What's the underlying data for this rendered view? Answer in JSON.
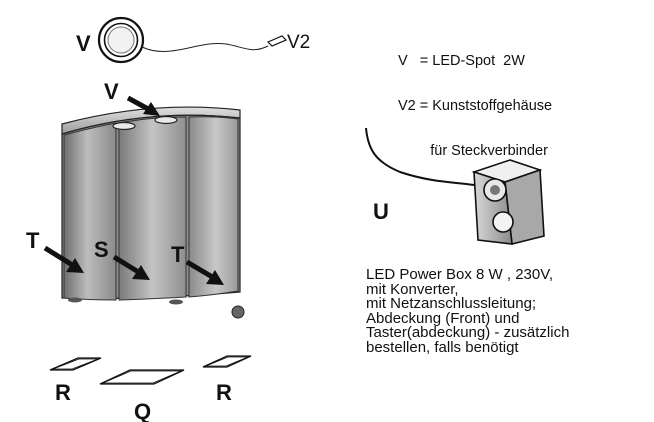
{
  "labels": {
    "v_spot": "V",
    "v2": "V2",
    "v_cabinet": "V",
    "t_left": "T",
    "s_center": "S",
    "t_right": "T",
    "u": "U",
    "r_left": "R",
    "q": "Q",
    "r_right": "R"
  },
  "legend": {
    "line1": "V   = LED-Spot  2W",
    "line2": "V2 = Kunststoffgehäuse",
    "line3": "        für Steckverbinder"
  },
  "note": {
    "lines": [
      "LED Power Box 8 W , 230V,",
      "mit Konverter,",
      "mit Netzanschlussleitung;",
      "Abdeckung (Front) und",
      "Taster(abdeckung) -  zusätzlich",
      "bestellen, falls benötigt"
    ]
  }
}
